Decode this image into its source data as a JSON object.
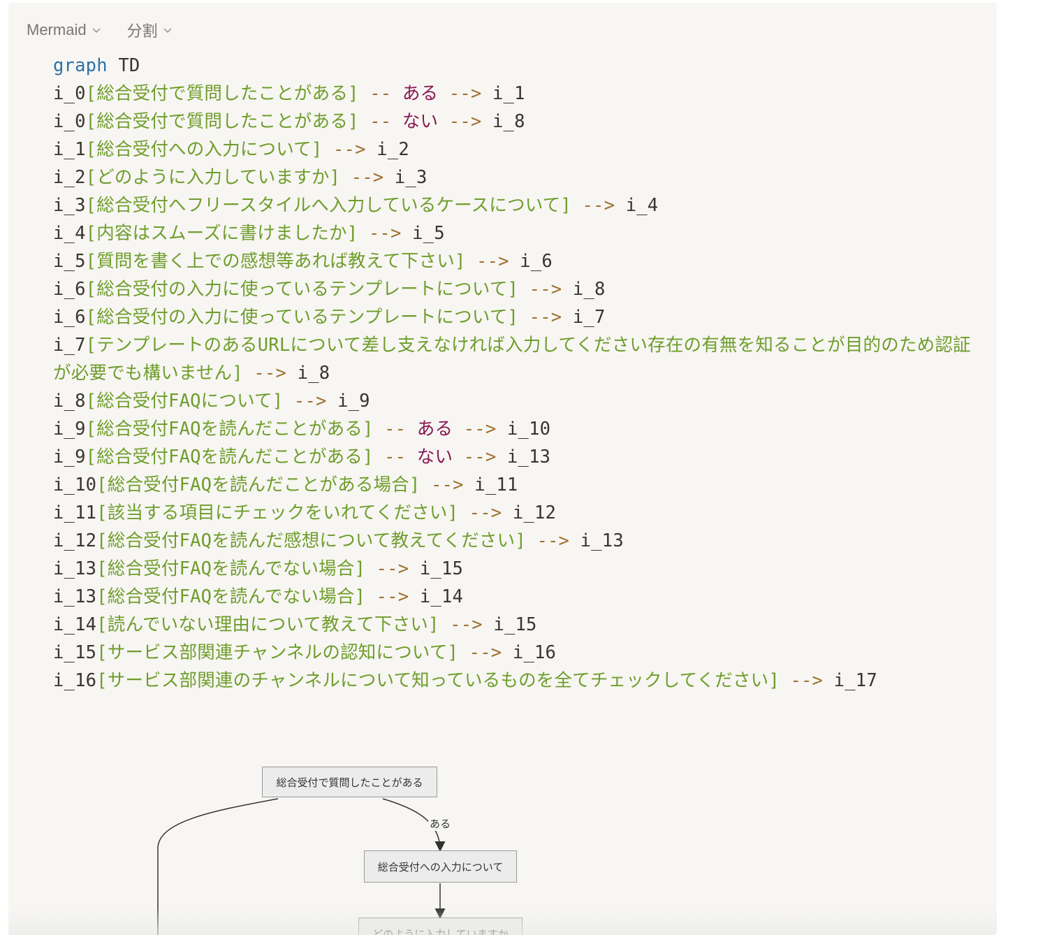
{
  "toolbar": {
    "language_label": "Mermaid",
    "wrap_label": "分割"
  },
  "code_lines": [
    [
      {
        "c": "kw",
        "t": "graph"
      },
      {
        "c": "",
        "t": " TD"
      }
    ],
    [
      {
        "c": "",
        "t": "i_0"
      },
      {
        "c": "lbl",
        "t": "[総合受付で質問したことがある]"
      },
      {
        "c": "",
        "t": " "
      },
      {
        "c": "arr",
        "t": "--"
      },
      {
        "c": "",
        "t": " "
      },
      {
        "c": "elab",
        "t": "ある"
      },
      {
        "c": "",
        "t": " "
      },
      {
        "c": "arr",
        "t": "-->"
      },
      {
        "c": "",
        "t": " i_1"
      }
    ],
    [
      {
        "c": "",
        "t": "i_0"
      },
      {
        "c": "lbl",
        "t": "[総合受付で質問したことがある]"
      },
      {
        "c": "",
        "t": " "
      },
      {
        "c": "arr",
        "t": "--"
      },
      {
        "c": "",
        "t": " "
      },
      {
        "c": "elab",
        "t": "ない"
      },
      {
        "c": "",
        "t": " "
      },
      {
        "c": "arr",
        "t": "-->"
      },
      {
        "c": "",
        "t": " i_8"
      }
    ],
    [
      {
        "c": "",
        "t": "i_1"
      },
      {
        "c": "lbl",
        "t": "[総合受付への入力について]"
      },
      {
        "c": "",
        "t": " "
      },
      {
        "c": "arr",
        "t": "-->"
      },
      {
        "c": "",
        "t": " i_2"
      }
    ],
    [
      {
        "c": "",
        "t": "i_2"
      },
      {
        "c": "lbl",
        "t": "[どのように入力していますか]"
      },
      {
        "c": "",
        "t": " "
      },
      {
        "c": "arr",
        "t": "-->"
      },
      {
        "c": "",
        "t": " i_3"
      }
    ],
    [
      {
        "c": "",
        "t": "i_3"
      },
      {
        "c": "lbl",
        "t": "[総合受付へフリースタイルへ入力しているケースについて]"
      },
      {
        "c": "",
        "t": " "
      },
      {
        "c": "arr",
        "t": "-->"
      },
      {
        "c": "",
        "t": " i_4"
      }
    ],
    [
      {
        "c": "",
        "t": "i_4"
      },
      {
        "c": "lbl",
        "t": "[内容はスムーズに書けましたか]"
      },
      {
        "c": "",
        "t": " "
      },
      {
        "c": "arr",
        "t": "-->"
      },
      {
        "c": "",
        "t": " i_5"
      }
    ],
    [
      {
        "c": "",
        "t": "i_5"
      },
      {
        "c": "lbl",
        "t": "[質問を書く上での感想等あれば教えて下さい]"
      },
      {
        "c": "",
        "t": " "
      },
      {
        "c": "arr",
        "t": "-->"
      },
      {
        "c": "",
        "t": " i_6"
      }
    ],
    [
      {
        "c": "",
        "t": "i_6"
      },
      {
        "c": "lbl",
        "t": "[総合受付の入力に使っているテンプレートについて]"
      },
      {
        "c": "",
        "t": " "
      },
      {
        "c": "arr",
        "t": "-->"
      },
      {
        "c": "",
        "t": " i_8"
      }
    ],
    [
      {
        "c": "",
        "t": "i_6"
      },
      {
        "c": "lbl",
        "t": "[総合受付の入力に使っているテンプレートについて]"
      },
      {
        "c": "",
        "t": " "
      },
      {
        "c": "arr",
        "t": "-->"
      },
      {
        "c": "",
        "t": " i_7"
      }
    ],
    [
      {
        "c": "",
        "t": "i_7"
      },
      {
        "c": "lbl",
        "t": "[テンプレートのあるURLについて差し支えなければ入力してください存在の有無を知ることが目的のため認証が必要でも構いません]"
      },
      {
        "c": "",
        "t": " "
      },
      {
        "c": "arr",
        "t": "-->"
      },
      {
        "c": "",
        "t": " i_8"
      }
    ],
    [
      {
        "c": "",
        "t": "i_8"
      },
      {
        "c": "lbl",
        "t": "[総合受付FAQについて]"
      },
      {
        "c": "",
        "t": " "
      },
      {
        "c": "arr",
        "t": "-->"
      },
      {
        "c": "",
        "t": " i_9"
      }
    ],
    [
      {
        "c": "",
        "t": "i_9"
      },
      {
        "c": "lbl",
        "t": "[総合受付FAQを読んだことがある]"
      },
      {
        "c": "",
        "t": " "
      },
      {
        "c": "arr",
        "t": "--"
      },
      {
        "c": "",
        "t": " "
      },
      {
        "c": "elab",
        "t": "ある"
      },
      {
        "c": "",
        "t": " "
      },
      {
        "c": "arr",
        "t": "-->"
      },
      {
        "c": "",
        "t": " i_10"
      }
    ],
    [
      {
        "c": "",
        "t": "i_9"
      },
      {
        "c": "lbl",
        "t": "[総合受付FAQを読んだことがある]"
      },
      {
        "c": "",
        "t": " "
      },
      {
        "c": "arr",
        "t": "--"
      },
      {
        "c": "",
        "t": " "
      },
      {
        "c": "elab",
        "t": "ない"
      },
      {
        "c": "",
        "t": " "
      },
      {
        "c": "arr",
        "t": "-->"
      },
      {
        "c": "",
        "t": " i_13"
      }
    ],
    [
      {
        "c": "",
        "t": "i_10"
      },
      {
        "c": "lbl",
        "t": "[総合受付FAQを読んだことがある場合]"
      },
      {
        "c": "",
        "t": " "
      },
      {
        "c": "arr",
        "t": "-->"
      },
      {
        "c": "",
        "t": " i_11"
      }
    ],
    [
      {
        "c": "",
        "t": "i_11"
      },
      {
        "c": "lbl",
        "t": "[該当する項目にチェックをいれてください]"
      },
      {
        "c": "",
        "t": " "
      },
      {
        "c": "arr",
        "t": "-->"
      },
      {
        "c": "",
        "t": " i_12"
      }
    ],
    [
      {
        "c": "",
        "t": "i_12"
      },
      {
        "c": "lbl",
        "t": "[総合受付FAQを読んだ感想について教えてください]"
      },
      {
        "c": "",
        "t": " "
      },
      {
        "c": "arr",
        "t": "-->"
      },
      {
        "c": "",
        "t": " i_13"
      }
    ],
    [
      {
        "c": "",
        "t": "i_13"
      },
      {
        "c": "lbl",
        "t": "[総合受付FAQを読んでない場合]"
      },
      {
        "c": "",
        "t": " "
      },
      {
        "c": "arr",
        "t": "-->"
      },
      {
        "c": "",
        "t": " i_15"
      }
    ],
    [
      {
        "c": "",
        "t": "i_13"
      },
      {
        "c": "lbl",
        "t": "[総合受付FAQを読んでない場合]"
      },
      {
        "c": "",
        "t": " "
      },
      {
        "c": "arr",
        "t": "-->"
      },
      {
        "c": "",
        "t": " i_14"
      }
    ],
    [
      {
        "c": "",
        "t": "i_14"
      },
      {
        "c": "lbl",
        "t": "[読んでいない理由について教えて下さい]"
      },
      {
        "c": "",
        "t": " "
      },
      {
        "c": "arr",
        "t": "-->"
      },
      {
        "c": "",
        "t": " i_15"
      }
    ],
    [
      {
        "c": "",
        "t": "i_15"
      },
      {
        "c": "lbl",
        "t": "[サービス部関連チャンネルの認知について]"
      },
      {
        "c": "",
        "t": " "
      },
      {
        "c": "arr",
        "t": "-->"
      },
      {
        "c": "",
        "t": " i_16"
      }
    ],
    [
      {
        "c": "",
        "t": "i_16"
      },
      {
        "c": "lbl",
        "t": "[サービス部関連のチャンネルについて知っているものを全てチェックしてください]"
      },
      {
        "c": "",
        "t": " "
      },
      {
        "c": "arr",
        "t": "-->"
      },
      {
        "c": "",
        "t": " i_17"
      }
    ]
  ],
  "diagram": {
    "node_0": "総合受付で質問したことがある",
    "node_1": "総合受付への入力について",
    "node_2": "どのように入力していますか",
    "edge_label_yes": "ある"
  },
  "colors": {
    "keyword": "#2e72a8",
    "label": "#6f9d2b",
    "arrow": "#a0702e",
    "edge_label": "#8a1853",
    "panel_bg": "#f7f6f3"
  }
}
